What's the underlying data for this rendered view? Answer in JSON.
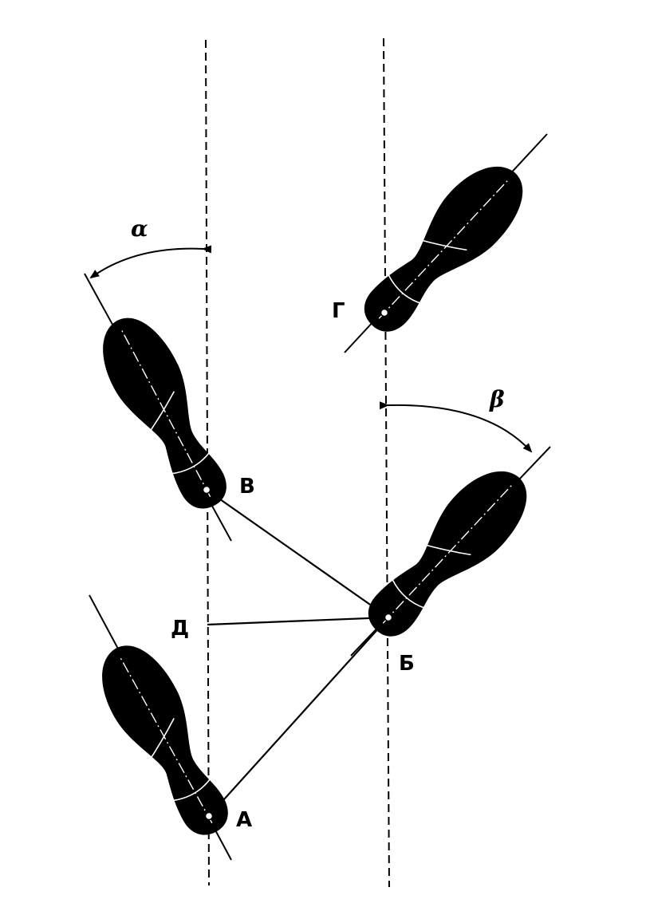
{
  "diagram": {
    "angles": {
      "alpha": "α",
      "beta": "β"
    },
    "points": {
      "A": "А",
      "B": "Б",
      "V": "В",
      "G": "Г",
      "D": "Д"
    }
  },
  "colors": {
    "ink": "#000000",
    "paper": "#ffffff",
    "sole_lines": "#ffffff"
  }
}
